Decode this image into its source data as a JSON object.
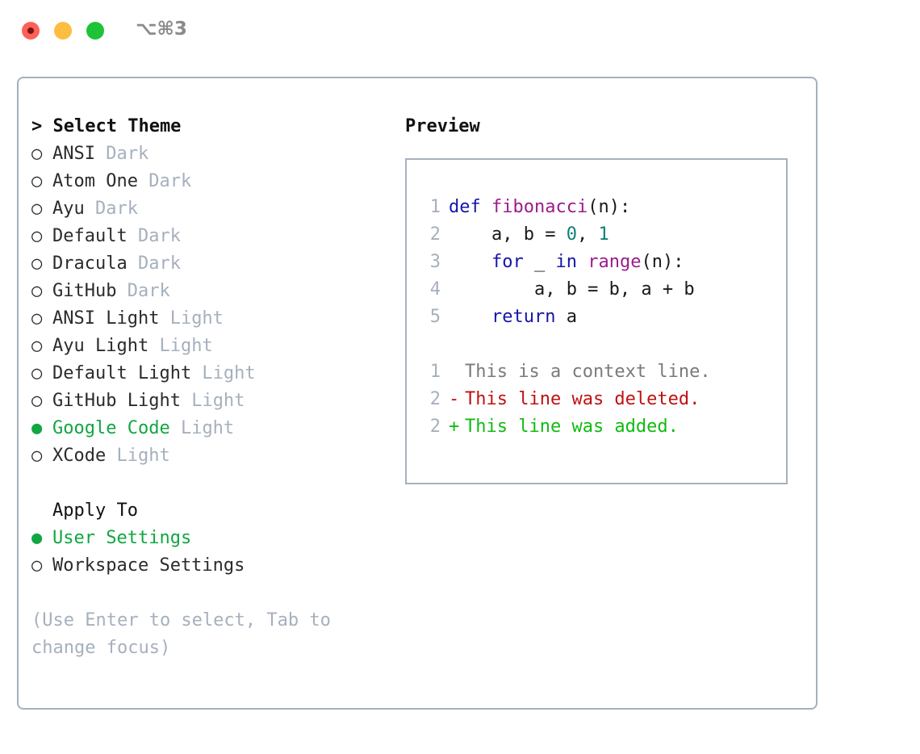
{
  "window": {
    "shortcut_hint": "⌥⌘3",
    "traffic_lights": {
      "close": "close-dot",
      "minimize": "minimize-dot",
      "zoom": "zoom-dot"
    }
  },
  "theme_panel": {
    "title": "> Select Theme",
    "options": [
      {
        "bullet": "○",
        "name": "ANSI",
        "variant": "Dark",
        "selected": false
      },
      {
        "bullet": "○",
        "name": "Atom One",
        "variant": "Dark",
        "selected": false
      },
      {
        "bullet": "○",
        "name": "Ayu",
        "variant": "Dark",
        "selected": false
      },
      {
        "bullet": "○",
        "name": "Default",
        "variant": "Dark",
        "selected": false
      },
      {
        "bullet": "○",
        "name": "Dracula",
        "variant": "Dark",
        "selected": false
      },
      {
        "bullet": "○",
        "name": "GitHub",
        "variant": "Dark",
        "selected": false
      },
      {
        "bullet": "○",
        "name": "ANSI Light",
        "variant": "Light",
        "selected": false
      },
      {
        "bullet": "○",
        "name": "Ayu Light",
        "variant": "Light",
        "selected": false
      },
      {
        "bullet": "○",
        "name": "Default Light",
        "variant": "Light",
        "selected": false
      },
      {
        "bullet": "○",
        "name": "GitHub Light",
        "variant": "Light",
        "selected": false
      },
      {
        "bullet": "●",
        "name": "Google Code",
        "variant": "Light",
        "selected": true
      },
      {
        "bullet": "○",
        "name": "XCode",
        "variant": "Light",
        "selected": false
      }
    ]
  },
  "apply_to": {
    "title": "Apply To",
    "options": [
      {
        "bullet": "●",
        "name": "User Settings",
        "selected": true
      },
      {
        "bullet": "○",
        "name": "Workspace Settings",
        "selected": false
      }
    ]
  },
  "help": {
    "text": "(Use Enter to select, Tab to change focus)"
  },
  "preview": {
    "title": "Preview",
    "code_lines": [
      {
        "number": "1",
        "tokens": [
          {
            "text": "def ",
            "type": "kw"
          },
          {
            "text": "fibonacci",
            "type": "fn"
          },
          {
            "text": "(n):",
            "type": "punct"
          }
        ]
      },
      {
        "number": "2",
        "tokens": [
          {
            "text": "    a, b = ",
            "type": "plain"
          },
          {
            "text": "0",
            "type": "num"
          },
          {
            "text": ", ",
            "type": "plain"
          },
          {
            "text": "1",
            "type": "num"
          }
        ]
      },
      {
        "number": "3",
        "tokens": [
          {
            "text": "    ",
            "type": "plain"
          },
          {
            "text": "for",
            "type": "kw"
          },
          {
            "text": " _ ",
            "type": "plain"
          },
          {
            "text": "in",
            "type": "kw"
          },
          {
            "text": " ",
            "type": "plain"
          },
          {
            "text": "range",
            "type": "fn"
          },
          {
            "text": "(n):",
            "type": "punct"
          }
        ]
      },
      {
        "number": "4",
        "tokens": [
          {
            "text": "        a, b = b, a + b",
            "type": "plain"
          }
        ]
      },
      {
        "number": "5",
        "tokens": [
          {
            "text": "    ",
            "type": "plain"
          },
          {
            "text": "return",
            "type": "kw"
          },
          {
            "text": " a",
            "type": "plain"
          }
        ]
      }
    ],
    "diff_lines": [
      {
        "number": "1",
        "marker": " ",
        "text": "This is a context line.",
        "kind": "context"
      },
      {
        "number": "2",
        "marker": "-",
        "text": "This line was deleted.",
        "kind": "del"
      },
      {
        "number": "2",
        "marker": "+",
        "text": "This line was added.",
        "kind": "add"
      }
    ]
  },
  "colors": {
    "accent_green": "#11a642",
    "muted": "#a6b0bd",
    "border": "#a6b0bd",
    "keyword": "#1616a8",
    "function": "#9c1c8c",
    "number": "#0f8077",
    "diff_add": "#11bb11",
    "diff_del": "#c01111",
    "diff_context": "#7a7a7a"
  }
}
